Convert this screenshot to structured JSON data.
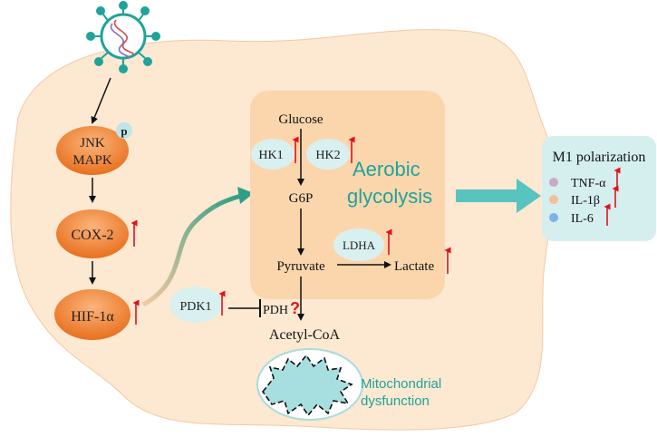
{
  "signaling": {
    "p_label": "p",
    "jnk_label": "JNK",
    "mapk_label": "MAPK",
    "cox2_label": "COX-2",
    "hif_label": "HIF-1α",
    "pdk1_label": "PDK1",
    "pdh_label": "PDH",
    "pdh_unknown_mark": "?"
  },
  "glycolysis": {
    "glucose": "Glucose",
    "hk1": "HK1",
    "hk2": "HK2",
    "g6p": "G6P",
    "title_line1": "Aerobic",
    "title_line2": "glycolysis",
    "ldha": "LDHA",
    "pyruvate": "Pyruvate",
    "lactate": "Lactate"
  },
  "mito": {
    "acetyl_coa": "Acetyl-CoA",
    "label_line1": "Mitochondrial",
    "label_line2": "dysfunction"
  },
  "m1": {
    "title": "M1 polarization",
    "items": [
      {
        "label": "TNF-α",
        "dot_color": "#c9a9c6"
      },
      {
        "label": "IL-1β",
        "dot_color": "#f3be9a"
      },
      {
        "label": "IL-6",
        "dot_color": "#7fb2e5"
      }
    ]
  },
  "colors": {
    "cell_fill": "#fde8d2",
    "glycolysis_box": "#fbd6ad",
    "node_orange": "#ec7a2b",
    "enzyme_fill": "#d9f0f0",
    "m1_box": "#d5efef",
    "teal": "#1fa39a",
    "up_arrow": "#e3111a"
  }
}
